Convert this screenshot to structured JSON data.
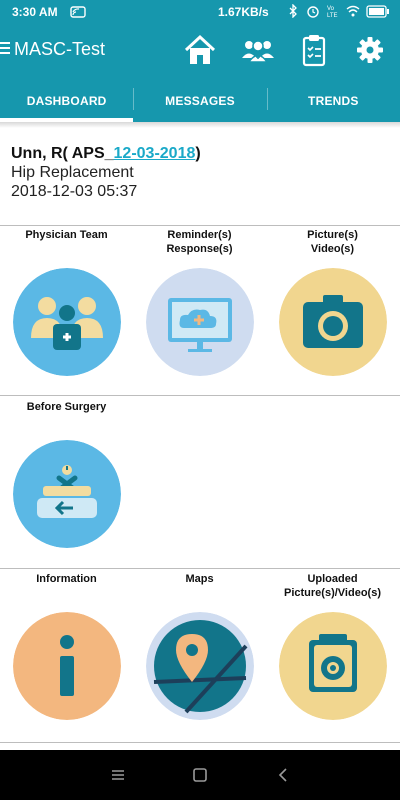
{
  "status_bar": {
    "time": "3:30 AM",
    "net_speed": "1.67KB/s",
    "icons": [
      "cast-icon",
      "bluetooth-icon",
      "alarm-icon",
      "volte-icon",
      "wifi-icon",
      "battery-icon"
    ],
    "volte_text": "Vo LTE"
  },
  "app_bar": {
    "title": "MASC-Test",
    "actions": [
      "home-icon",
      "team-icon",
      "clipboard-icon",
      "settings-icon"
    ],
    "color": "#1697ad"
  },
  "tabs": [
    {
      "label": "DASHBOARD",
      "active": true
    },
    {
      "label": "MESSAGES",
      "active": false
    },
    {
      "label": "TRENDS",
      "active": false
    }
  ],
  "patient": {
    "name_prefix": "Unn, R( APS_",
    "date_link": "12-03-2018",
    "name_suffix": ")",
    "procedure": "Hip Replacement",
    "datetime": "2018-12-03 05:37"
  },
  "tiles": [
    {
      "label_line1": "Physician Team",
      "label_line2": "",
      "icon": "physician-team-icon",
      "bg": "#5bb8e5"
    },
    {
      "label_line1": "Reminder(s)",
      "label_line2": "Response(s)",
      "icon": "monitor-health-icon",
      "bg": "#cfdcf0"
    },
    {
      "label_line1": "Picture(s)",
      "label_line2": "Video(s)",
      "icon": "camera-icon",
      "bg": "#f1d68f"
    },
    {
      "label_line1": "Before Surgery",
      "label_line2": "",
      "icon": "patient-bed-icon",
      "bg": "#5bb8e5"
    },
    {
      "label_line1": "Information",
      "label_line2": "",
      "icon": "info-icon",
      "bg": "#f3b77f"
    },
    {
      "label_line1": "Maps",
      "label_line2": "",
      "icon": "map-pin-icon",
      "bg": "#cfdcf0"
    },
    {
      "label_line1": "Uploaded",
      "label_line2": "Picture(s)/Video(s)",
      "icon": "photo-camera-icon",
      "bg": "#f1d68f"
    }
  ],
  "nav_bar": [
    "menu-icon",
    "home-nav-icon",
    "back-icon"
  ]
}
